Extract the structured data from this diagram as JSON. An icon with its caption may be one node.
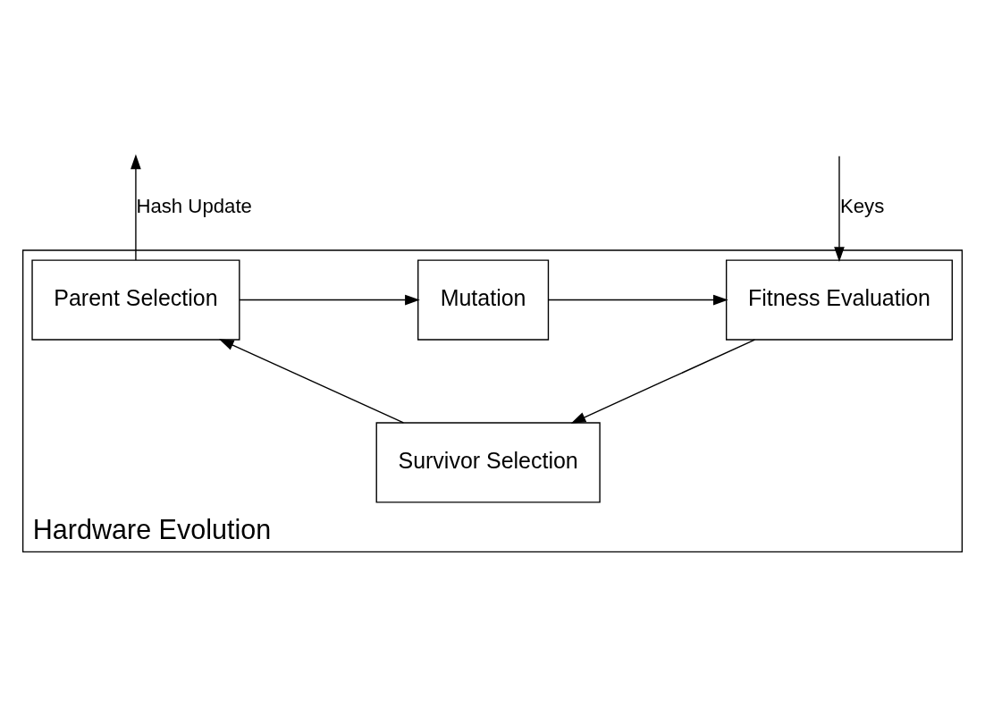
{
  "diagram": {
    "nodes": [
      {
        "text": [
          "Hardware Evolution"
        ]
      },
      {
        "text": [
          "Parent Selection"
        ],
        "in": 0
      },
      {
        "text": [
          "Mutation"
        ],
        "in": 0
      },
      {
        "text": [
          "Fitness Evaluation"
        ],
        "in": 0
      },
      {
        "text": [
          "Survivor Selection"
        ],
        "in": 0
      }
    ],
    "edges": [
      {
        "from": 1,
        "to": null,
        "arrow": "to",
        "label": "Hash Update"
      },
      {
        "from": null,
        "to": 3,
        "arrow": "to",
        "label": "Keys"
      },
      {
        "from": 1,
        "to": 2,
        "arrow": "to"
      },
      {
        "from": 2,
        "to": 3,
        "arrow": "to"
      },
      {
        "from": 3,
        "to": 4,
        "arrow": "to"
      },
      {
        "from": 4,
        "to": 1,
        "arrow": "to"
      }
    ]
  }
}
